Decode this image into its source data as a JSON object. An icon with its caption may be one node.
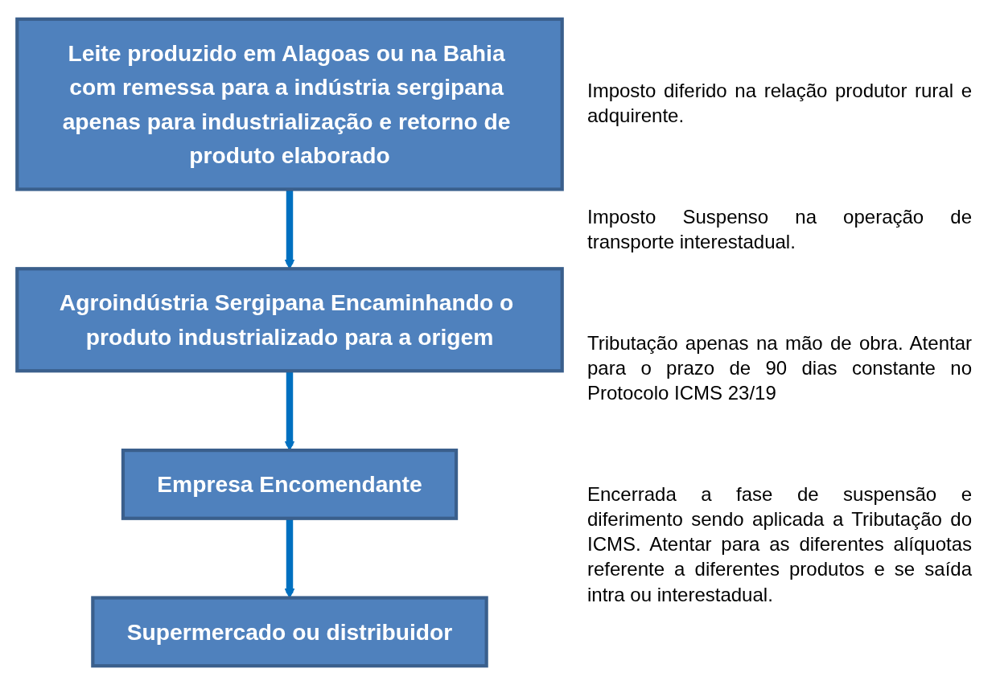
{
  "diagram": {
    "nodes": [
      {
        "text": [
          "Leite produzido em Alagoas ou na Bahia com remessa para a indústria sergipana apenas para industrialização e retorno de produto elaborado"
        ]
      },
      {
        "text": [
          "Agroindústria Sergipana Encaminhando o produto industrializado para a origem"
        ]
      },
      {
        "text": [
          "Empresa Encomendante"
        ]
      },
      {
        "text": [
          "Supermercado ou distribuidor"
        ]
      }
    ],
    "edges": [
      {
        "from": 0,
        "to": 1,
        "arrow": "to"
      },
      {
        "from": 1,
        "to": 2,
        "arrow": "to"
      },
      {
        "from": 2,
        "to": 3,
        "arrow": "to"
      }
    ],
    "labels": [
      "Imposto diferido na relação produtor rural e adquirente.",
      "Imposto Suspenso na operação de transporte interestadual.",
      "Tributação apenas na mão de obra. Atentar para o prazo de 90 dias constante no Protocolo ICMS 23/19",
      "Encerrada a fase de suspensão e diferimento sendo aplicada a Tributação do ICMS. Atentar para as diferentes alíquotas referente a diferentes produtos e se saída intra ou interestadual."
    ]
  }
}
